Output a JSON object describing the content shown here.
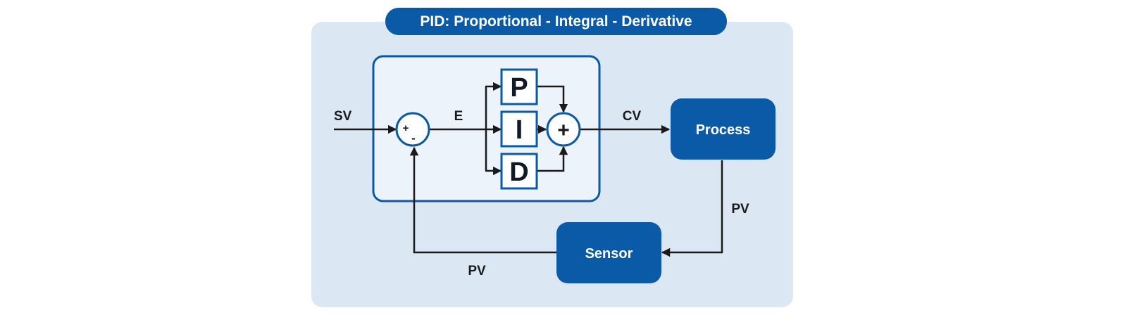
{
  "title": "PID: Proportional - Integral - Derivative",
  "signals": {
    "sv": "SV",
    "error": "E",
    "cv": "CV",
    "pv_right": "PV",
    "pv_bottom": "PV"
  },
  "summing_junction": {
    "plus": "+",
    "minus": "-"
  },
  "terms": {
    "p": "P",
    "i": "I",
    "d": "D"
  },
  "adder_sign": "+",
  "blocks": {
    "process": "Process",
    "sensor": "Sensor"
  },
  "colors": {
    "panel": "#dbe7f3",
    "controller_fill": "#edf3fa",
    "accent": "#0b5aa8",
    "wire": "#1a1a1a"
  }
}
